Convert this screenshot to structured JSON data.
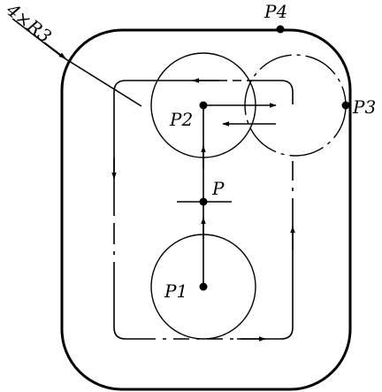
{
  "annotation": {
    "text": "4×R3"
  },
  "points": [
    {
      "id": "p4",
      "label": "P4"
    },
    {
      "id": "p3",
      "label": "P3"
    },
    {
      "id": "p2",
      "label": "P2"
    },
    {
      "id": "p",
      "label": "P"
    },
    {
      "id": "p1",
      "label": "P1"
    }
  ],
  "colors": {
    "stroke": "#000000",
    "background": "#ffffff"
  }
}
